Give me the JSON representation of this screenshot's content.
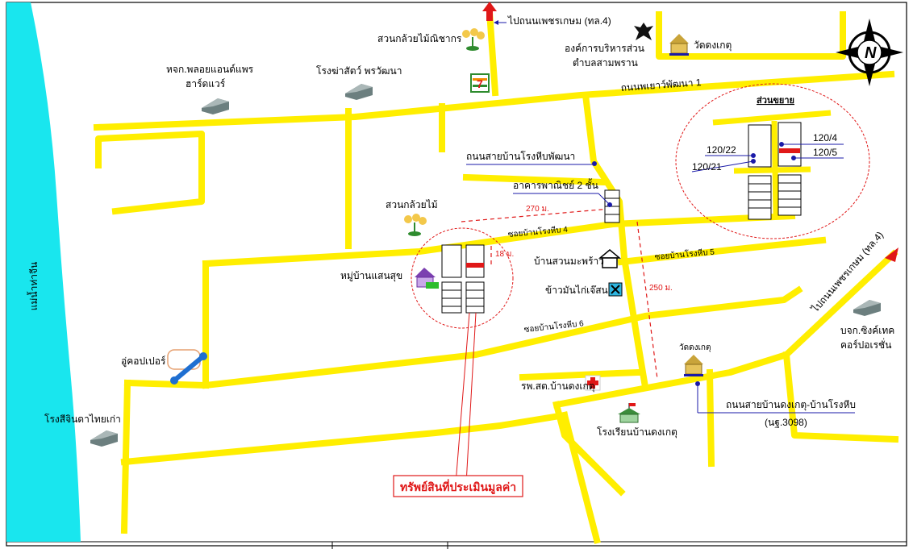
{
  "map": {
    "river_label": "แม่น้ำท่าจีน",
    "roads": {
      "road_main_1": "ถนนพเยาว์พัฒนา 1",
      "soi4": "ซอยบ้านโรงหีบ 4",
      "soi5": "ซอยบ้านโรงหีบ 5",
      "soi6": "ซอยบ้านโรงหีบ 6",
      "road_rong_heep": "ถนนสายบ้านโรงหีบพัฒนา",
      "road_to_phetkasem_top": "ไปถนนเพชรเกษม (ทล.4)",
      "road_to_phetkasem_right": "ไปถนนเพชรเกษม (ทล.4)",
      "road_dongket_1": "ถนนสายบ้านดงเกตุ-บ้านโรงหีบ",
      "road_dongket_2": "(นฐ.3098)"
    },
    "places": {
      "hardware": [
        "หจก.พลอยแอนด์แพร",
        "ฮาร์ดแวร์"
      ],
      "slaughter": "โรงฆ่าสัตว์ พรวัฒนา",
      "banana_garden_top": "สวนกล้วยไม้ณิชากร",
      "sao": [
        "องค์การบริหารส่วน",
        "ตำบลสามพราน"
      ],
      "wat_top": "วัดดงเกตุ",
      "commercial": "อาคารพาณิชย์ 2 ชั้น",
      "banana_garden": "สวนกล้วยไม้",
      "village": "หมู่บ้านแสนสุข",
      "coconut_house": "บ้านสวนมะพร้าว",
      "chicken_rice": "ข้าวมันไก่เจ๊สน",
      "garage": "อู่คอปเปอร์",
      "old_dye": "โรงสีจินดาไทยเก่า",
      "hospital": "รพ.สต.บ้านดงเกตุ",
      "school": "โรงเรียนบ้านดงเกตุ",
      "wat_mid": "วัดดงเกตุ",
      "company": [
        "บจก.ซิงค์เทค",
        "คอร์ปอเรชั่น"
      ],
      "seven": "7"
    },
    "distances": {
      "d270": "270 ม.",
      "d250": "250 ม.",
      "d18": "18 ม."
    },
    "inset": {
      "title": "ส่วนขยาย",
      "lots": [
        "120/4",
        "120/22",
        "120/5",
        "120/21"
      ]
    },
    "subject_label": "ทรัพย์สินที่ประเมินมูลค่า",
    "north_label": "N",
    "colors": {
      "road": "#ffee00",
      "river": "#19e6ee",
      "subject": "#e01818",
      "leader": "#1a1aa8"
    }
  }
}
